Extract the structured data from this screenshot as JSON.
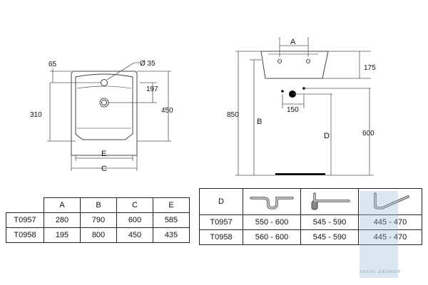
{
  "top_view": {
    "hole_diameter": "Ø 35",
    "dim_65": "65",
    "dim_197": "197",
    "dim_310": "310",
    "dim_450": "450",
    "dim_E": "E",
    "dim_C": "C"
  },
  "side_view": {
    "dim_A": "A",
    "dim_175": "175",
    "dim_850": "850",
    "dim_B": "B",
    "dim_150": "150",
    "dim_D": "D",
    "dim_600": "600"
  },
  "dimensions_table": {
    "headers": [
      "A",
      "B",
      "C",
      "E"
    ],
    "rows": [
      {
        "model": "T0957",
        "values": [
          "280",
          "790",
          "600",
          "585"
        ]
      },
      {
        "model": "T0958",
        "values": [
          "195",
          "800",
          "450",
          "435"
        ]
      }
    ]
  },
  "siphon_table": {
    "header_label": "D",
    "siphon_icons": [
      "p-trap-siphon-icon",
      "bottle-siphon-icon",
      "space-saving-siphon-icon"
    ],
    "rows": [
      {
        "model": "T0957",
        "values": [
          "550 - 600",
          "545 - 590",
          "445 - 470"
        ]
      },
      {
        "model": "T0958",
        "values": [
          "560 - 600",
          "545 - 590",
          "445 - 470"
        ]
      }
    ]
  },
  "watermark": {
    "text": "vannu pasaule",
    "color": "#96b9dc"
  }
}
